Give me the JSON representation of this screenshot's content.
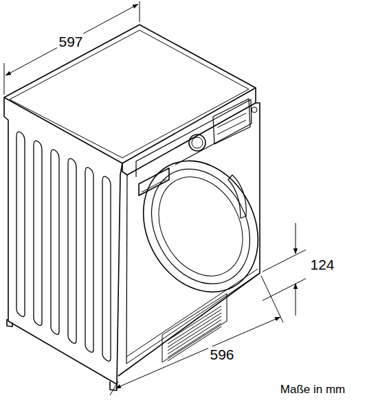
{
  "diagram": {
    "labels": [
      "597",
      "124",
      "596",
      "Maße in mm"
    ]
  }
}
